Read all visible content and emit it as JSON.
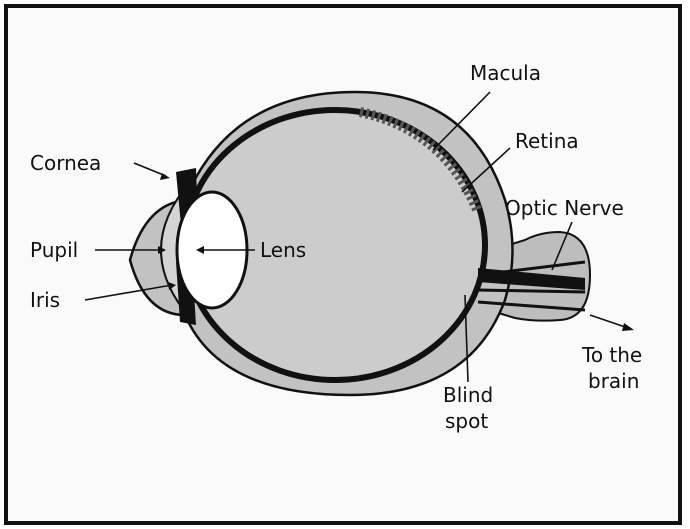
{
  "labels": {
    "macula": "Macula",
    "retina": "Retina",
    "cornea": "Cornea",
    "optic_nerve": "Optic Nerve",
    "pupil": "Pupil",
    "lens": "Lens",
    "iris": "Iris",
    "to_the_brain_line1": "To the",
    "to_the_brain_line2": "brain",
    "blind_spot_line1": "Blind",
    "blind_spot_line2": "spot"
  },
  "colors": {
    "border": "#111111",
    "background": "#fafafa",
    "eye_fill": "#c9c9c9",
    "outer_fill": "#bdbdbd",
    "dark": "#111111"
  }
}
